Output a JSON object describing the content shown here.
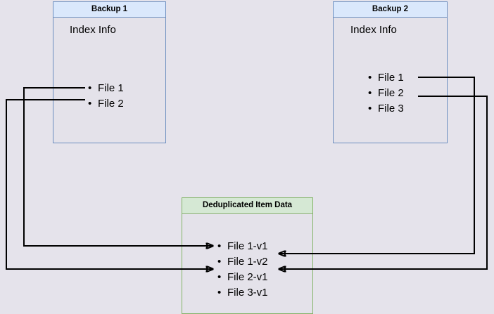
{
  "page": {
    "background_color": "#e5e3eb",
    "title": "Backup deduplication index diagram"
  },
  "nodes": {
    "backup1": {
      "title": "Backup 1",
      "section_label": "Index Info",
      "items": [
        "File 1",
        "File 2"
      ],
      "border_color": "#6c8ebf",
      "header_fill": "#dae8fc"
    },
    "backup2": {
      "title": "Backup 2",
      "section_label": "Index Info",
      "items": [
        "File 1",
        "File 2",
        "File 3"
      ],
      "border_color": "#6c8ebf",
      "header_fill": "#dae8fc"
    },
    "dedup": {
      "title": "Deduplicated Item Data",
      "items": [
        "File 1-v1",
        "File 1-v2",
        "File 2-v1",
        "File 3-v1"
      ],
      "border_color": "#82b366",
      "header_fill": "#d5e8d4"
    }
  },
  "edges": [
    {
      "name": "backup1-file1-to-dedup-file1v1",
      "from": "Backup 1 / File 1",
      "to": "Deduplicated Item Data / File 1-v1",
      "route": "left"
    },
    {
      "name": "backup1-file2-to-dedup-file2v1",
      "from": "Backup 1 / File 2",
      "to": "Deduplicated Item Data / File 2-v1",
      "route": "left"
    },
    {
      "name": "backup2-file1-to-dedup-file1v2",
      "from": "Backup 2 / File 1",
      "to": "Deduplicated Item Data / File 1-v2",
      "route": "right"
    },
    {
      "name": "backup2-file2-to-dedup-file2v1",
      "from": "Backup 2 / File 2",
      "to": "Deduplicated Item Data / File 2-v1",
      "route": "right"
    }
  ]
}
